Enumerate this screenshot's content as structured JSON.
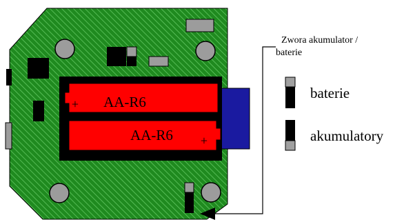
{
  "battery_top_label": "AA-R6",
  "battery_bottom_label": "AA-R6",
  "plus_symbol": "+",
  "legend_title": "Zwora akumulator / baterie",
  "legend_title_line1": "Zwora akumulator /",
  "legend_title_line2": "baterie",
  "legend_items": [
    {
      "label": "baterie",
      "position": "jumper-top"
    },
    {
      "label": "akumulatory",
      "position": "jumper-bottom"
    }
  ],
  "colors": {
    "pcb_green": "#1f8a1f",
    "hatch": "#55c055",
    "battery_red": "#ff0000",
    "holder_black": "#000000",
    "connector_blue": "#1a1aa0",
    "pad_grey": "#9c9c9c",
    "jumper_grey": "#a0a0a0"
  }
}
